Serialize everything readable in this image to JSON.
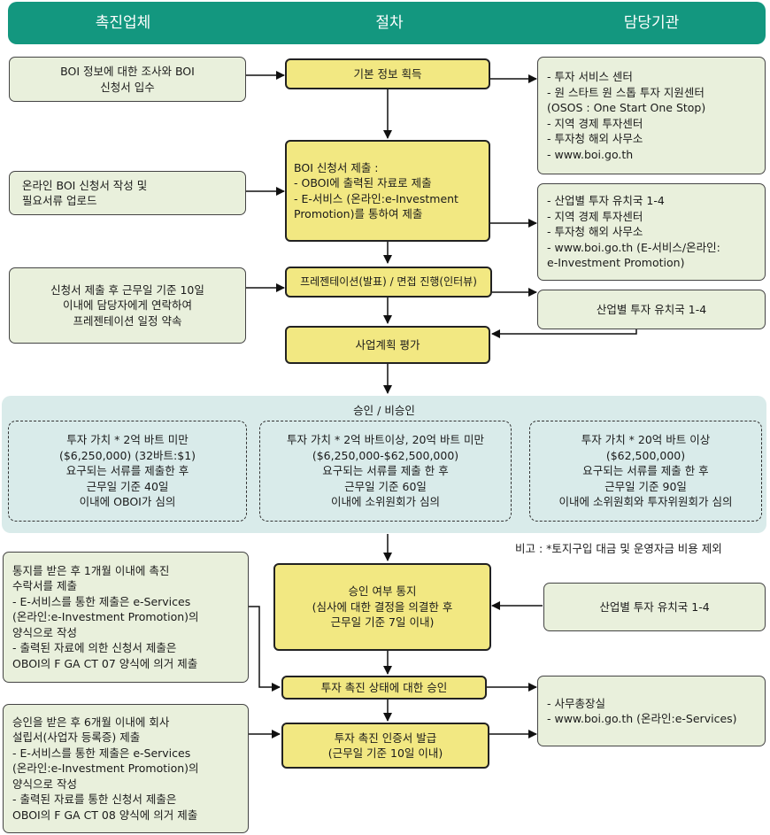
{
  "header": {
    "col1": "촉진업체",
    "col2": "절차",
    "col3": "담당기관"
  },
  "left": {
    "l1": "BOI 정보에 대한 조사와 BOI\n신청서 입수",
    "l2": "온라인 BOI 신청서 작성 및\n필요서류 업로드",
    "l3": "신청서 제출 후 근무일 기준 10일\n이내에 담당자에게 연락하여\n프레젠테이션 일정 약속",
    "l4": "통지를 받은 후 1개월 이내에 촉진\n수락서를 제출\n- E-서비스를 통한 제출은 e-Services\n  (온라인:e-Investment Promotion)의\n  양식으로 작성\n- 출력된 자료에 의한 신청서 제출은\n  OBOI의 F GA CT 07 양식에 의거 제출",
    "l5": "승인을 받은 후 6개월 이내에 회사\n설립서(사업자 등록증) 제출\n- E-서비스를 통한 제출은 e-Services\n  (온라인:e-Investment Promotion)의\n  양식으로 작성\n- 출력된 자료를 통한 신청서 제출은\n  OBOI의 F GA CT 08 양식에 의거 제출"
  },
  "process": {
    "p1": "기본 정보 획득",
    "p2": "BOI 신청서 제출 :\n- OBOI에 출력된 자료로 제출\n- E-서비스 (온라인:e-Investment\n  Promotion)를 통하여 제출",
    "p3": "프레젠테이션(발표) / 면접 진행(인터뷰)",
    "p4": "사업계획 평가",
    "p5": "승인 여부 통지\n(심사에 대한 결정을 의결한 후\n근무일 기준 7일 이내)",
    "p6": "투자 촉진 상태에 대한 승인",
    "p7": "투자 촉진 인증서 발급\n(근무일 기준 10일 이내)"
  },
  "right": {
    "r1": "- 투자 서비스 센터\n- 원 스타트 원 스톱 투자 지원센터\n  (OSOS : One Start One Stop)\n- 지역 경제 투자센터\n- 투자청 해외 사무소\n- www.boi.go.th",
    "r2": "- 산업별 투자 유치국  1-4\n- 지역 경제 투자센터\n- 투자청 해외 사무소\n- www.boi.go.th (E-서비스/온라인:\n  e-Investment Promotion)",
    "r3": "산업별 투자 유치국 1-4",
    "r4": "산업별 투자 유치국 1-4",
    "r5": "- 사무총장실\n- www.boi.go.th (온라인:e-Services)"
  },
  "approval": {
    "title": "승인 / 비승인",
    "c1": "투자 가치 * 2억 바트 미만\n($6,250,000) (32바트:$1)\n요구되는 서류를 제출한 후\n근무일 기준 40일\n이내에 OBOI가 심의",
    "c2": "투자 가치 * 2억 바트이상, 20억 바트 미만\n($6,250,000-$62,500,000)\n요구되는 서류를 제출 한 후\n근무일 기준 60일\n이내에 소위원회가 심의",
    "c3": "투자 가치 * 20억 바트 이상\n($62,500,000)\n요구되는 서류를 제출 한 후\n근무일 기준 90일\n이내에 소위원회와 투자위원회가 심의"
  },
  "note": "비고 : *토지구입 대금 및 운영자금 비용 제외",
  "colors": {
    "header": "#13977f",
    "side_box": "#e9f0dc",
    "process_box": "#f2e882",
    "approval_band": "#d9ebea"
  }
}
